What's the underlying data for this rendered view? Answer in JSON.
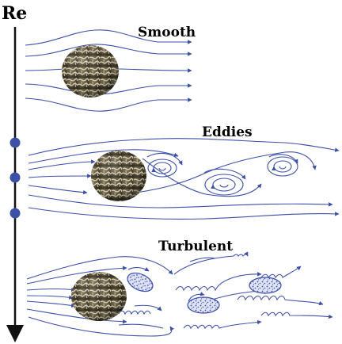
{
  "axis": {
    "label": "Re"
  },
  "regimes": [
    {
      "label": "Smooth"
    },
    {
      "label": "Eddies"
    },
    {
      "label": "Turbulent"
    }
  ],
  "colors": {
    "flow": "#3c50a8",
    "axis": "#111111",
    "marker": "#3c50a8",
    "coral_base": "#5b5238",
    "coral_ridge": "#d9d2bd"
  }
}
